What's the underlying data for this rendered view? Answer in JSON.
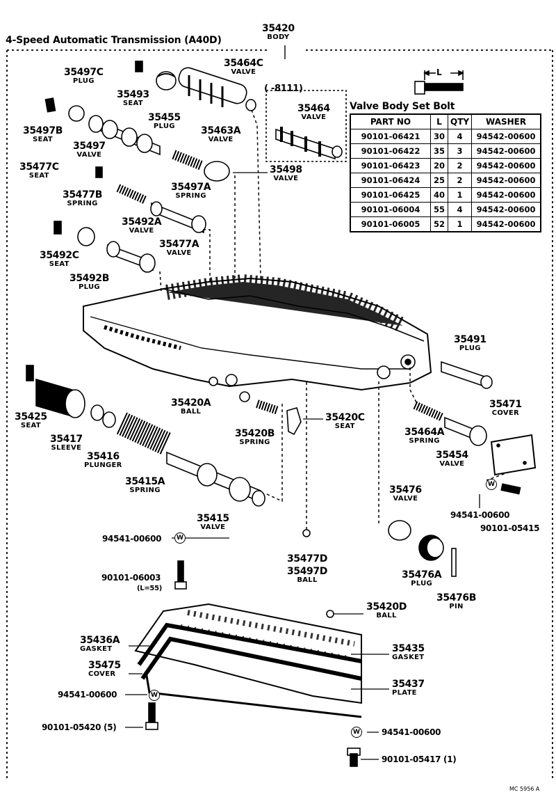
{
  "header": {
    "title": "4-Speed Automatic Transmission (A40D)",
    "body_no": "35420",
    "body_name": "BODY"
  },
  "bolt_table": {
    "dim_label": "L",
    "range_label": "(      -8111)",
    "title": "Valve Body Set Bolt",
    "headers": [
      "PART NO",
      "L",
      "QTY",
      "WASHER"
    ],
    "rows": [
      [
        "90101-06421",
        "30",
        "4",
        "94542-00600"
      ],
      [
        "90101-06422",
        "35",
        "3",
        "94542-00600"
      ],
      [
        "90101-06423",
        "20",
        "2",
        "94542-00600"
      ],
      [
        "90101-06424",
        "25",
        "2",
        "94542-00600"
      ],
      [
        "90101-06425",
        "40",
        "1",
        "94542-00600"
      ],
      [
        "90101-06004",
        "55",
        "4",
        "94542-00600"
      ],
      [
        "90101-06005",
        "52",
        "1",
        "94542-00600"
      ]
    ]
  },
  "parts": {
    "p35497C": {
      "num": "35497C",
      "name": "PLUG"
    },
    "p35493": {
      "num": "35493",
      "name": "SEAT"
    },
    "p35455": {
      "num": "35455",
      "name": "PLUG"
    },
    "p35464C": {
      "num": "35464C",
      "name": "VALVE"
    },
    "p35463A": {
      "num": "35463A",
      "name": "VALVE"
    },
    "p35464": {
      "num": "35464",
      "name": "VALVE"
    },
    "p35497B": {
      "num": "35497B",
      "name": "SEAT"
    },
    "p35497": {
      "num": "35497",
      "name": "VALVE"
    },
    "p35477C": {
      "num": "35477C",
      "name": "SEAT"
    },
    "p35497A": {
      "num": "35497A",
      "name": "SPRING"
    },
    "p35498": {
      "num": "35498",
      "name": "VALVE"
    },
    "p35477B": {
      "num": "35477B",
      "name": "SPRING"
    },
    "p35492A": {
      "num": "35492A",
      "name": "VALVE"
    },
    "p35477A": {
      "num": "35477A",
      "name": "VALVE"
    },
    "p35492C": {
      "num": "35492C",
      "name": "SEAT"
    },
    "p35492B": {
      "num": "35492B",
      "name": "PLUG"
    },
    "p35491": {
      "num": "35491",
      "name": "PLUG"
    },
    "p35471": {
      "num": "35471",
      "name": "COVER"
    },
    "p35420A": {
      "num": "35420A",
      "name": "BALL"
    },
    "p35420C": {
      "num": "35420C",
      "name": "SEAT"
    },
    "p35420B": {
      "num": "35420B",
      "name": "SPRING"
    },
    "p35425": {
      "num": "35425",
      "name": "SEAT"
    },
    "p35417": {
      "num": "35417",
      "name": "SLEEVE"
    },
    "p35416": {
      "num": "35416",
      "name": "PLUNGER"
    },
    "p35415A": {
      "num": "35415A",
      "name": "SPRING"
    },
    "p35415": {
      "num": "35415",
      "name": "VALVE"
    },
    "p35464A": {
      "num": "35464A",
      "name": "SPRING"
    },
    "p35454": {
      "num": "35454",
      "name": "VALVE"
    },
    "p35476": {
      "num": "35476",
      "name": "VALVE"
    },
    "p35476A": {
      "num": "35476A",
      "name": "PLUG"
    },
    "p35476B": {
      "num": "35476B",
      "name": "PIN"
    },
    "p35477D": {
      "num": "35477D",
      "name": ""
    },
    "p35497D": {
      "num": "35497D",
      "name": "BALL"
    },
    "p35420D": {
      "num": "35420D",
      "name": "BALL"
    },
    "p35436A": {
      "num": "35436A",
      "name": "GASKET"
    },
    "p35475": {
      "num": "35475",
      "name": "COVER"
    },
    "p35435": {
      "num": "35435",
      "name": "GASKET"
    },
    "p35437": {
      "num": "35437",
      "name": "PLATE"
    }
  },
  "fasteners": {
    "w_a": "94541-00600",
    "b_a": "90101-05415",
    "w_b": "94541-00600",
    "b_b": "90101-06003",
    "b_b_len": "(L=55)",
    "w_c": "94541-00600",
    "b_c": "90101-05420 (5)",
    "w_d": "94541-00600",
    "b_d": "90101-05417  (1)",
    "washer_glyph": "W"
  },
  "footer": {
    "code": "MC  5956 A"
  }
}
